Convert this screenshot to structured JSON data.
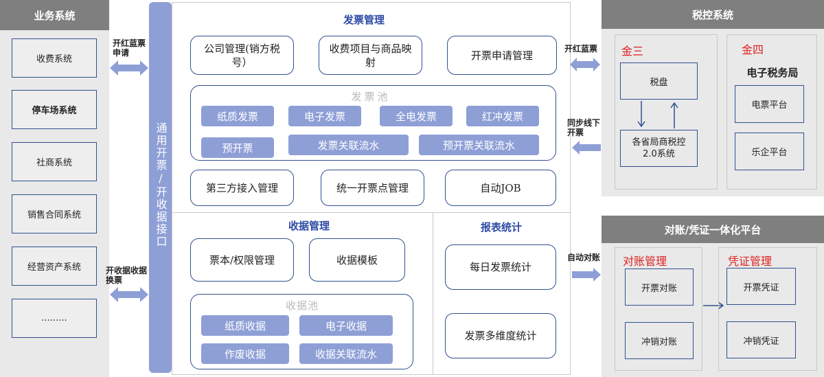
{
  "business": {
    "title": "业务系统",
    "items": [
      "收费系统",
      "停车场系统",
      "社商系统",
      "销售合同系统",
      "经营资产系统",
      "........."
    ]
  },
  "interface": {
    "label": "通用开票/开收据接口"
  },
  "invoice_mgmt": {
    "title": "发票管理",
    "top_items": [
      "公司管理(销方税号）",
      "收费项目与商品映射",
      "开票申请管理"
    ],
    "pool": {
      "title": "发票池",
      "items": [
        "纸质发票",
        "电子发票",
        "全电发票",
        "红冲发票",
        "预开票",
        "发票关联流水",
        "预开票关联流水"
      ]
    },
    "bottom_items": [
      "第三方接入管理",
      "统一开票点管理",
      "自动JOB"
    ]
  },
  "receipt_mgmt": {
    "title": "收据管理",
    "items": [
      "票本/权限管理",
      "收据模板"
    ],
    "pool": {
      "title": "收据池",
      "items": [
        "纸质收据",
        "电子收据",
        "作废收据",
        "收据关联流水"
      ]
    }
  },
  "report": {
    "title": "报表统计",
    "items": [
      "每日发票统计",
      "发票多维度统计"
    ]
  },
  "tax": {
    "title": "税控系统",
    "jinsan": {
      "title": "金三",
      "disk": "税盘",
      "provincial": "各省局商税控2.0系统"
    },
    "jinsi": {
      "title": "金四",
      "bureau": "电子税务局",
      "items": [
        "电票平台",
        "乐企平台"
      ]
    }
  },
  "recon": {
    "title": "对账/凭证一体化平台",
    "recon_title": "对账管理",
    "recon_items": [
      "开票对账",
      "冲销对账"
    ],
    "voucher_title": "凭证管理",
    "voucher_items": [
      "开票凭证",
      "冲销凭证"
    ]
  },
  "arrows": {
    "left_top": "开红蓝票申请",
    "left_bottom": "开收据收据换票",
    "right_top": "开红蓝票",
    "right_middle": "同步线下开票",
    "right_bottom": "自动对账"
  },
  "colors": {
    "arrow": "#8e9fd6",
    "pill": "#8e9fd6",
    "border": "#2f4f8f",
    "title_blue": "#2c4aa6",
    "panel_head": "#7f7f7f",
    "red": "#e02020"
  }
}
